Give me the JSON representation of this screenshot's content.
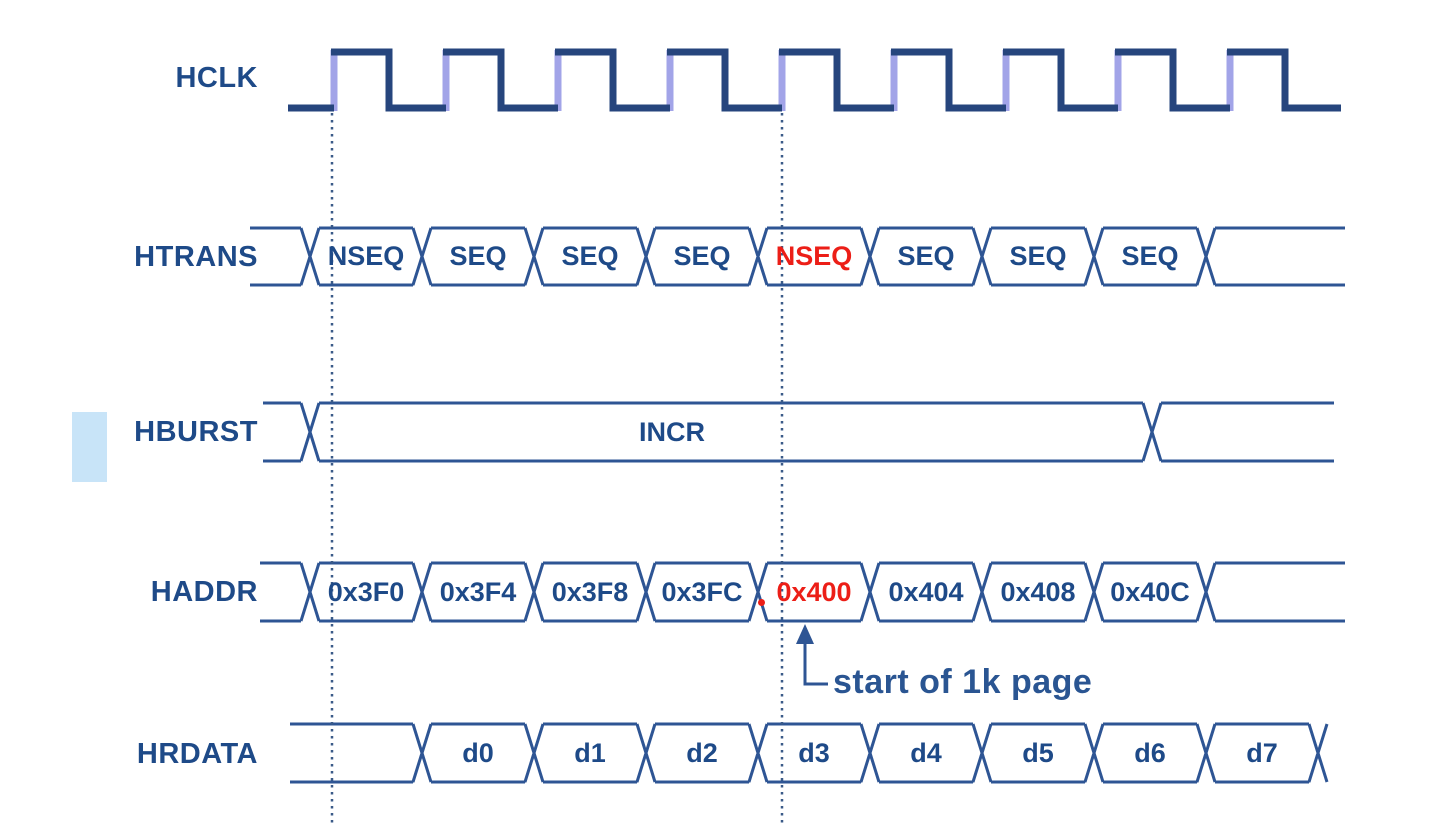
{
  "colors": {
    "label_text": "#1E4A88",
    "cell_text": "#1E4A88",
    "highlight_red": "#EC1E17",
    "clock_line": "#26457D",
    "clock_rising_edge": "#A2A4E8",
    "bus_line": "#2E5594",
    "dotted_guide": "#3A5A88",
    "annotation": "#2A5592",
    "accent_marker": "#C8E4F8",
    "background": "#FFFFFF"
  },
  "clock": {
    "cycles": 9
  },
  "signals": [
    {
      "name": "HCLK",
      "type": "clock"
    },
    {
      "name": "HTRANS",
      "type": "bus",
      "values": [
        "NSEQ",
        "SEQ",
        "SEQ",
        "SEQ",
        "NSEQ",
        "SEQ",
        "SEQ",
        "SEQ"
      ],
      "highlighted_value_index": 4
    },
    {
      "name": "HBURST",
      "type": "bus",
      "values": [
        "INCR"
      ]
    },
    {
      "name": "HADDR",
      "type": "bus",
      "values": [
        "0x3F0",
        "0x3F4",
        "0x3F8",
        "0x3FC",
        "0x400",
        "0x404",
        "0x408",
        "0x40C"
      ],
      "highlighted_value_index": 4
    },
    {
      "name": "HRDATA",
      "type": "bus",
      "values": [
        "d0",
        "d1",
        "d2",
        "d3",
        "d4",
        "d5",
        "d6",
        "d7"
      ]
    }
  ],
  "annotation": {
    "text": "start of 1k page",
    "icon": "up-arrow-icon",
    "points_to_value": "0x400"
  },
  "stray_mark": "."
}
